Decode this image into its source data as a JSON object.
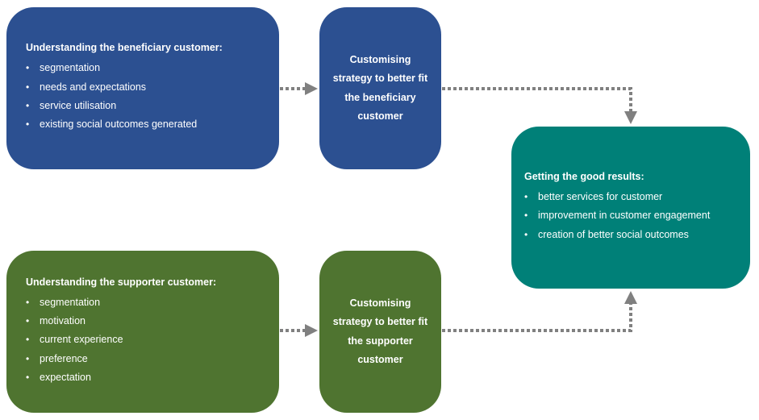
{
  "beneficiary": {
    "title": "Understanding the beneficiary customer:",
    "items": [
      "segmentation",
      "needs and expectations",
      "service utilisation",
      "existing social outcomes generated"
    ]
  },
  "beneficiary_strategy": {
    "lines": [
      "Customising",
      "strategy to better fit",
      "the beneficiary",
      "customer"
    ]
  },
  "supporter": {
    "title": "Understanding the supporter customer:",
    "items": [
      "segmentation",
      "motivation",
      "current experience",
      "preference",
      "expectation"
    ]
  },
  "supporter_strategy": {
    "lines": [
      "Customising",
      "strategy to better fit",
      "the supporter",
      "customer"
    ]
  },
  "results": {
    "title": "Getting the good results:",
    "items": [
      "better services for customer",
      "improvement in customer engagement",
      "creation of better social outcomes"
    ]
  },
  "colors": {
    "beneficiary_boxes": "#2c5091",
    "supporter_boxes": "#4f7430",
    "results_box": "#008078",
    "connector": "#808080"
  }
}
